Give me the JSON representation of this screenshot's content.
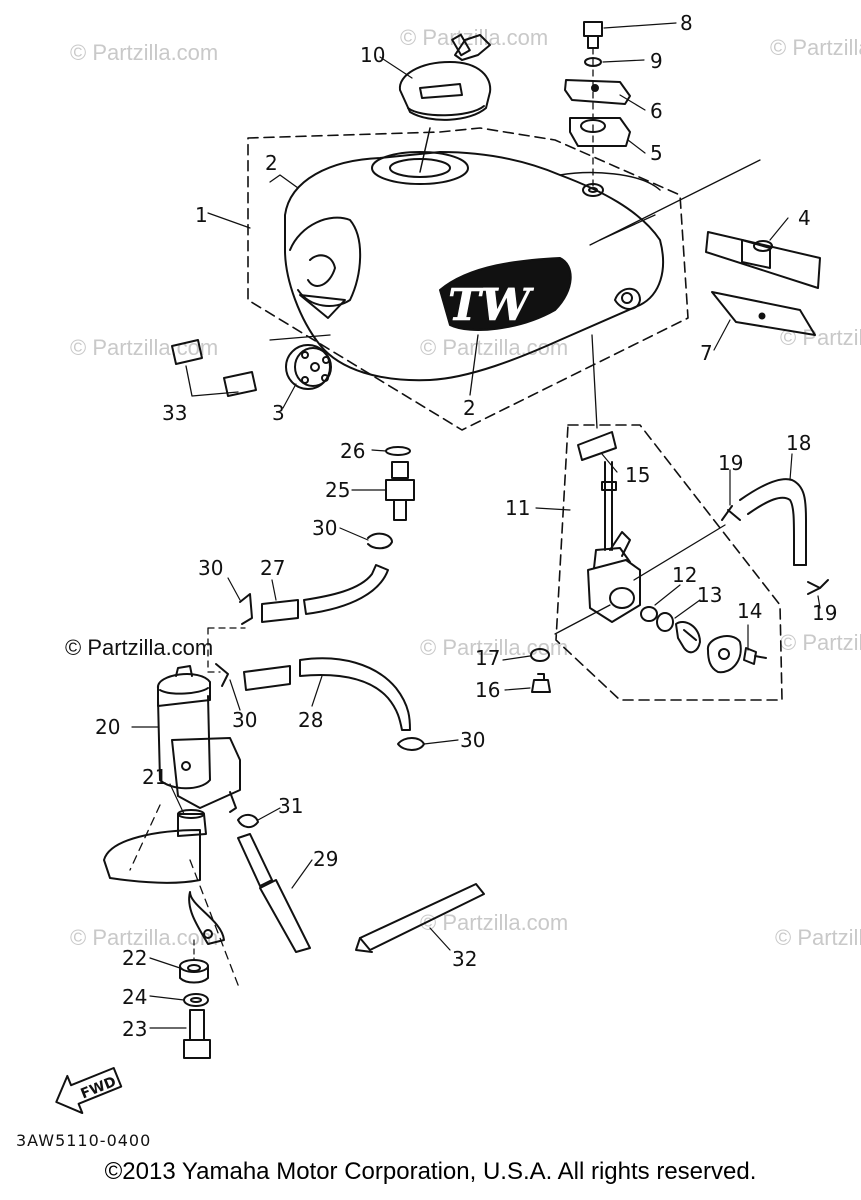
{
  "diagram_code": "3AW5110-0400",
  "copyright": "©2013 Yamaha Motor Corporation, U.S.A. All rights reserved.",
  "watermark": "© Partzilla.com",
  "fwd_label": "FWD",
  "tank_logo": "TW",
  "callouts": {
    "c1": "1",
    "c2a": "2",
    "c2b": "2",
    "c3": "3",
    "c4": "4",
    "c5": "5",
    "c6": "6",
    "c7": "7",
    "c8": "8",
    "c9": "9",
    "c10": "10",
    "c11": "11",
    "c12": "12",
    "c13": "13",
    "c14": "14",
    "c15": "15",
    "c16": "16",
    "c17": "17",
    "c18": "18",
    "c19a": "19",
    "c19b": "19",
    "c20": "20",
    "c21": "21",
    "c22": "22",
    "c23": "23",
    "c24": "24",
    "c25": "25",
    "c26": "26",
    "c27": "27",
    "c28": "28",
    "c29": "29",
    "c30a": "30",
    "c30b": "30",
    "c30c": "30",
    "c30d": "30",
    "c31": "31",
    "c32": "32",
    "c33": "33"
  },
  "colors": {
    "line": "#111111",
    "watermark": "#c9c9c9",
    "background": "#ffffff"
  }
}
